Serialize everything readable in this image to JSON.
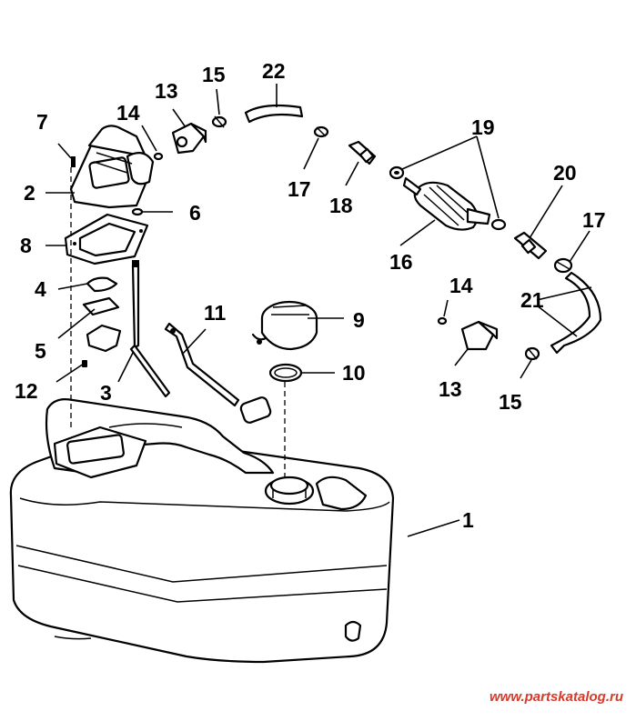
{
  "labels": {
    "p1": "1",
    "p2": "2",
    "p3a": "3",
    "p4": "4",
    "p5": "5",
    "p6": "6",
    "p7": "7",
    "p8": "8",
    "p9": "9",
    "p10": "10",
    "p11": "11",
    "p12": "12",
    "p13a": "13",
    "p13b": "13",
    "p14a": "14",
    "p14b": "14",
    "p15a": "15",
    "p15b": "15",
    "p16": "16",
    "p17a": "17",
    "p17b": "17",
    "p18": "18",
    "p19": "19",
    "p20": "20",
    "p21": "21",
    "p22": "22"
  },
  "watermark": "www.partskatalog.ru",
  "colors": {
    "ink": "#000000",
    "watermark": "#d63a2a",
    "background": "#ffffff"
  }
}
